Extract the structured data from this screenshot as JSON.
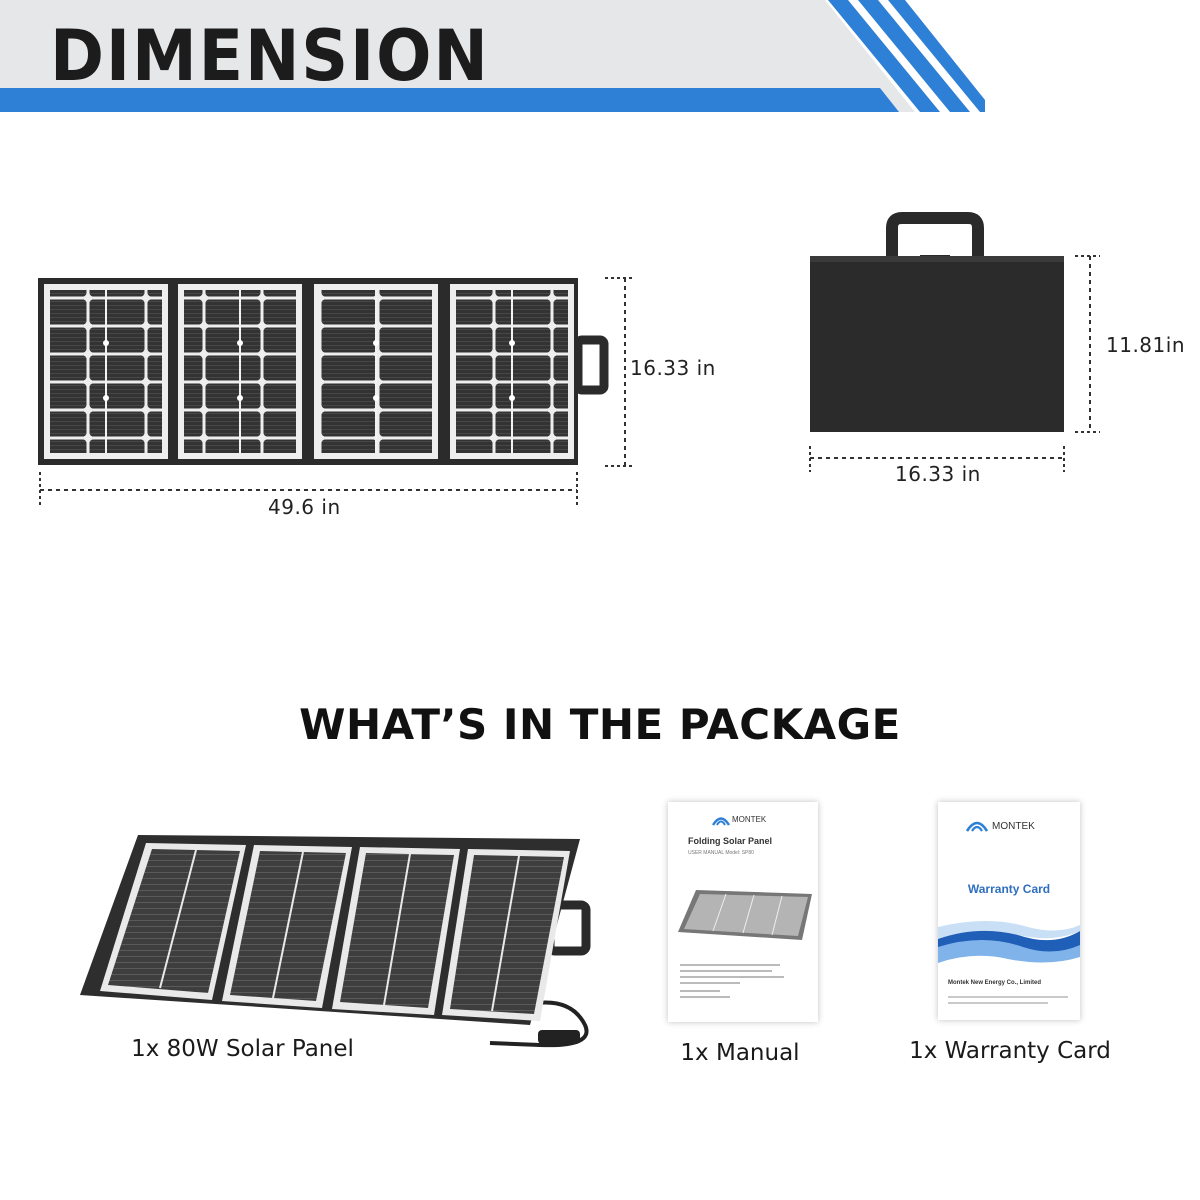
{
  "header": {
    "title": "DIMENSION",
    "accent_color": "#2e7fd6",
    "band_color": "#e6e7e9"
  },
  "dimensions": {
    "unfolded_width": "49.6 in",
    "unfolded_height": "16.33 in",
    "folded_height": "11.81in",
    "folded_width": "16.33 in"
  },
  "package": {
    "heading": "WHAT’S IN THE PACKAGE",
    "items": [
      {
        "label": "1x 80W Solar Panel"
      },
      {
        "label": "1x Manual"
      },
      {
        "label": "1x Warranty Card"
      }
    ]
  },
  "manual": {
    "brand": "MONTEK",
    "title": "Folding Solar Panel",
    "subtitle": "USER MANUAL  Model: SP80"
  },
  "warranty": {
    "brand": "MONTEK",
    "title": "Warranty Card",
    "company": "Montek New Energy Co., Limited"
  }
}
